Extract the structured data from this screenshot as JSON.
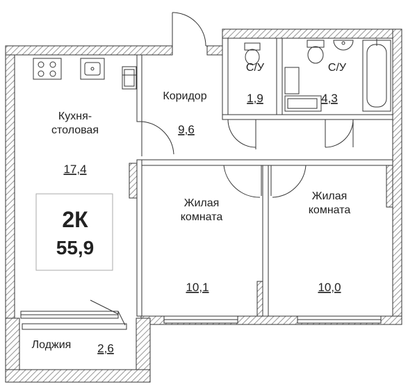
{
  "apartment": {
    "type": "2К",
    "total_area": "55,9"
  },
  "rooms": {
    "kitchen": {
      "name_line1": "Кухня-",
      "name_line2": "столовая",
      "area": "17,4"
    },
    "corridor": {
      "name": "Коридор",
      "area": "9,6"
    },
    "bath_small": {
      "name": "С/У",
      "area": "1,9"
    },
    "bath_large": {
      "name": "С/У",
      "area": "4,3"
    },
    "bedroom_left": {
      "name_line1": "Жилая",
      "name_line2": "комната",
      "area": "10,1"
    },
    "bedroom_right": {
      "name_line1": "Жилая",
      "name_line2": "комната",
      "area": "10,0"
    },
    "loggia": {
      "name": "Лоджия",
      "area": "2,6"
    }
  },
  "colors": {
    "wall_hatch": "#8a8a8a",
    "line": "#333333",
    "background": "#ffffff"
  }
}
